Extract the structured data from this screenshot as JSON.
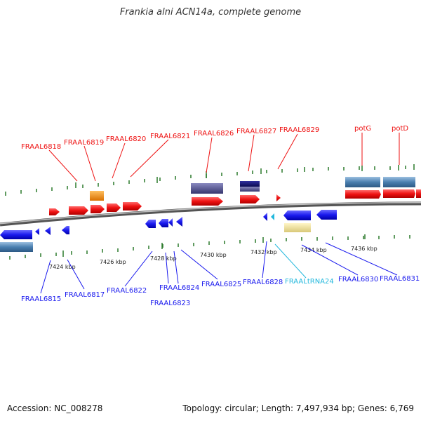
{
  "title": "Frankia alni ACN14a, complete genome",
  "footer": {
    "accession": "Accession: NC_008278",
    "topology": "Topology: circular; Length: 7,497,934 bp; Genes: 6,769"
  },
  "scale_labels": [
    "7424 kbp",
    "7426 kbp",
    "7428 kbp",
    "7430 kbp",
    "7432 kbp",
    "7434 kbp",
    "7436 kbp"
  ],
  "top_labels": [
    "FRAAL6818",
    "FRAAL6819",
    "FRAAL6820",
    "FRAAL6821",
    "FRAAL6826",
    "FRAAL6827",
    "FRAAL6829",
    "potG",
    "potD"
  ],
  "bottom_labels": [
    "FRAAL6815",
    "FRAAL6817",
    "FRAAL6822",
    "FRAAL6824",
    "FRAAL6823",
    "FRAAL6825",
    "FRAAL6828",
    "FRAALtRNA24",
    "FRAAL6830",
    "FRAAL6831"
  ],
  "colors": {
    "forward": "#ee1111",
    "reverse": "#1a1aee",
    "trna": "#22b8dd",
    "backbone": "#8a8a8a",
    "tick": "#2b7a2b",
    "steelblue": "#4a7fb0",
    "purple": "#4a4a8e",
    "navy": "#15156a",
    "orange": "#f08a00",
    "cream": "#f3e6a0"
  }
}
